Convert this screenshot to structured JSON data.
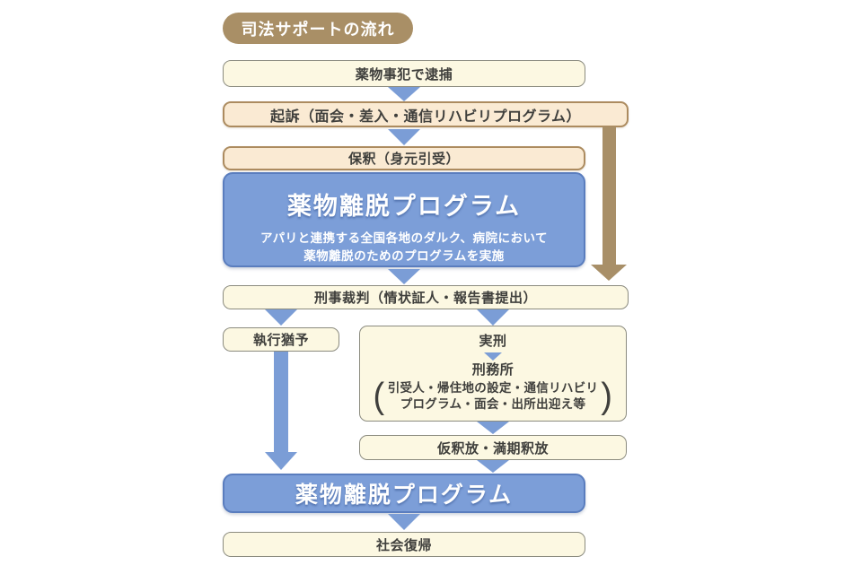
{
  "title_badge": {
    "label": "司法サポートの流れ"
  },
  "flow": {
    "arrest": "薬物事犯で逮捕",
    "prosecution": "起訴（面会・差入・通信リハビリプログラム）",
    "bail": "保釈（身元引受）",
    "program1": {
      "title": "薬物離脱プログラム",
      "desc_line1": "アパリと連携する全国各地のダルク、病院において",
      "desc_line2": "薬物離脱のためのプログラムを実施"
    },
    "trial": "刑事裁判（情状証人・報告書提出）",
    "probation": "執行猶予",
    "prison_branch": {
      "sentence": "実刑",
      "prison": "刑務所",
      "paren_open": "(",
      "paren_close": ")",
      "paren_line1": "引受人・帰住地の設定・通信リハビリ",
      "paren_line2": "プログラム・面会・出所出迎え等"
    },
    "release": "仮釈放・満期釈放",
    "program2": "薬物離脱プログラム",
    "reintegration": "社会復帰"
  },
  "colors": {
    "badge_brown": "#a98f66",
    "cream_fill": "#fcf8e2",
    "cream_border": "#8b8b7f",
    "peach_fill": "#faead3",
    "peach_border": "#ac8b5f",
    "blue_fill": "#7c9ed8",
    "blue_border": "#5a7dbe",
    "arrow_blue": "#7b9dd6",
    "arrow_brown": "#a88f68",
    "text": "#3f3f3c",
    "background": "#ffffff"
  }
}
